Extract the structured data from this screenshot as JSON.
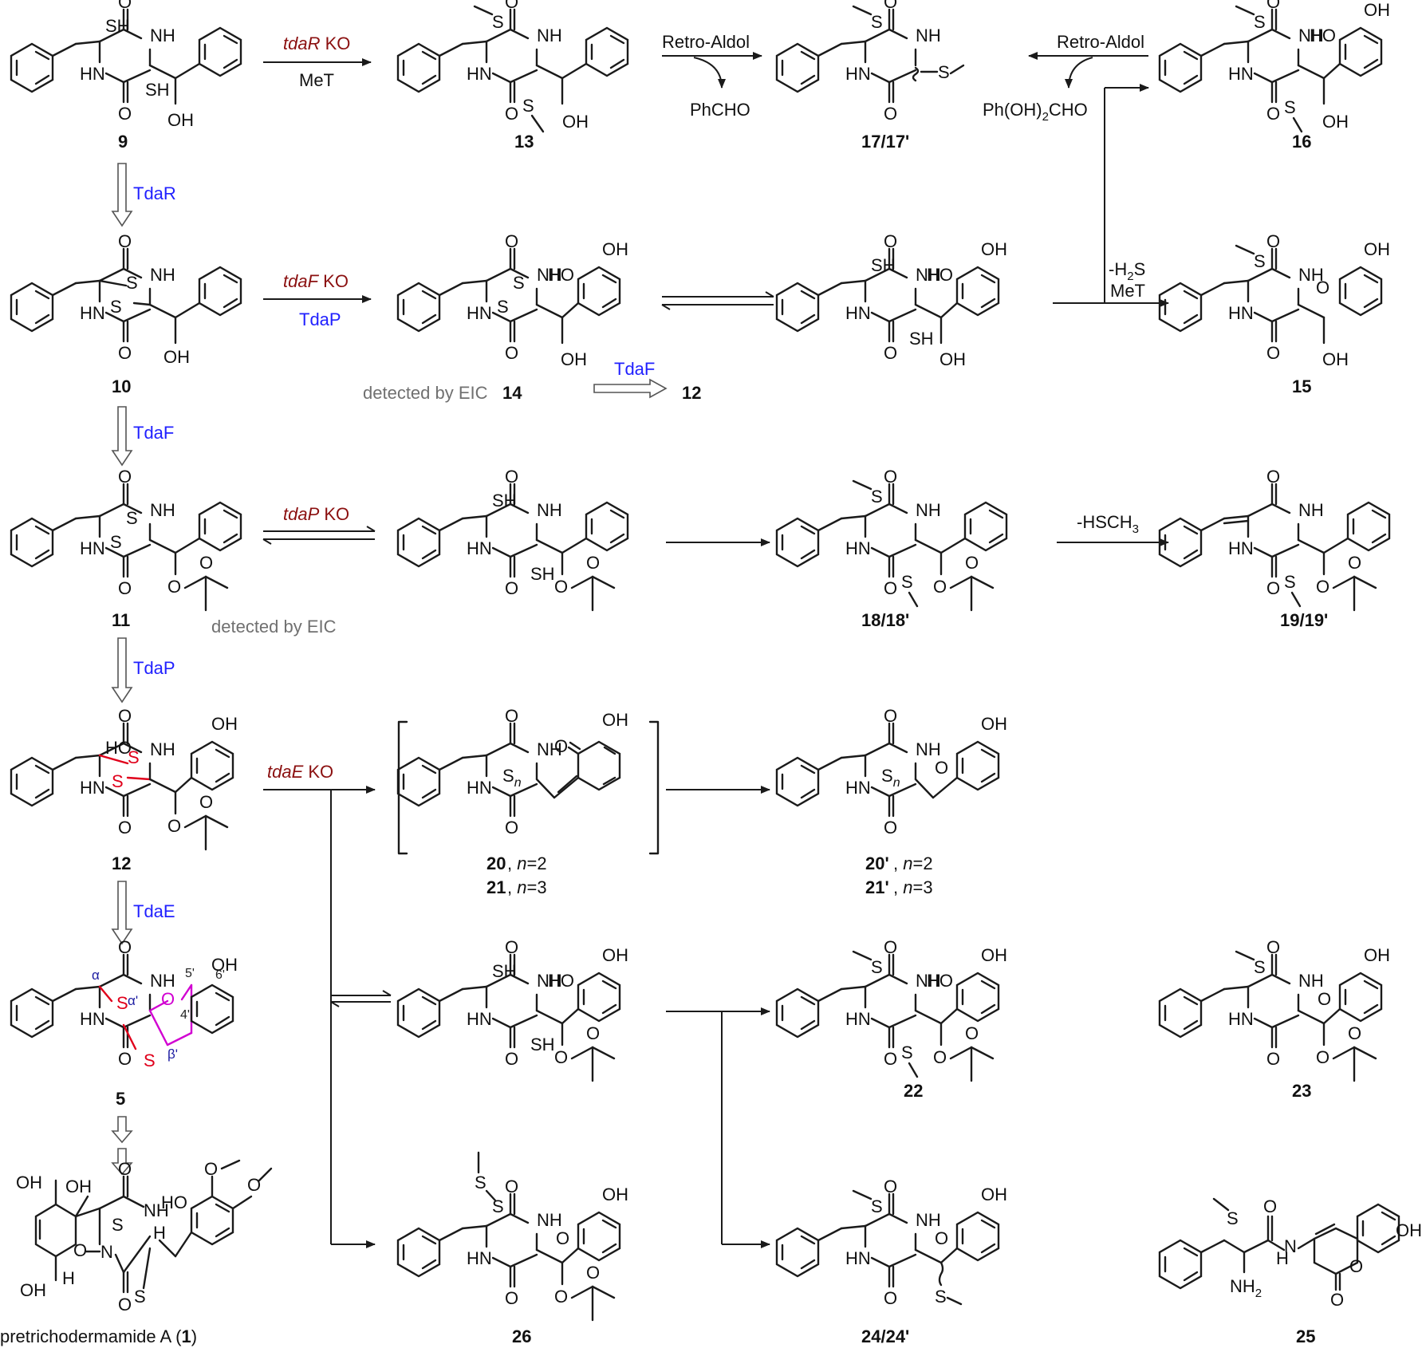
{
  "compounds": {
    "c9": {
      "label": "9"
    },
    "c13": {
      "label": "13"
    },
    "c17": {
      "label": "17/17'"
    },
    "c16": {
      "label": "16"
    },
    "c10": {
      "label": "10"
    },
    "c14": {
      "label": "14"
    },
    "c14b": {
      "label": ""
    },
    "c15": {
      "label": "15"
    },
    "c11": {
      "label": "11"
    },
    "c11b": {
      "label": ""
    },
    "c18": {
      "label": "18/18'"
    },
    "c19": {
      "label": "19/19'"
    },
    "c12": {
      "label": "12"
    },
    "c20": {
      "label1": "20",
      "n1": ", n=2",
      "label2": "21",
      "n2": ", n=3"
    },
    "c20p": {
      "label1": "20'",
      "n1": ", n=2",
      "label2": "21'",
      "n2": ", n=3"
    },
    "c22a": {
      "label": ""
    },
    "c22": {
      "label": "22"
    },
    "c23": {
      "label": "23"
    },
    "c5": {
      "label": "5"
    },
    "c1": {
      "label": "pretrichodermamide A (1)"
    },
    "c26": {
      "label": "26"
    },
    "c24": {
      "label": "24/24'"
    },
    "c25": {
      "label": "25"
    }
  },
  "conditions": {
    "tdaR_ko": "tdaR KO",
    "met": "MeT",
    "retro_aldol_1": "Retro-Aldol",
    "phcho": "PhCHO",
    "retro_aldol_2": "Retro-Aldol",
    "ph_oh2_cho": "Ph(OH)2CHO",
    "tdaF_ko": "tdaF KO",
    "tdaP_enz": "TdaP",
    "h2s_loss": "-H2S",
    "met2": "MeT",
    "tdaF_enz_row2": "TdaF",
    "tdaP_ko": "tdaP KO",
    "hsch3_loss": "-HSCH3",
    "tdaE_ko": "tdaE KO"
  },
  "enzymes_vertical": [
    "TdaR",
    "TdaF",
    "TdaP",
    "TdaE"
  ],
  "notes": {
    "eic_14": "detected by EIC",
    "eic_11": "detected by EIC"
  },
  "atom_labels": {
    "SH": "SH",
    "S": "S",
    "NH": "NH",
    "HN": "HN",
    "O": "O",
    "OH": "OH",
    "N": "N",
    "H": "H",
    "NH2": "NH2",
    "HO": "HO",
    "Sn": "Sn"
  },
  "locants": [
    "α",
    "α'",
    "β'",
    "5'",
    "6'",
    "4'"
  ],
  "colors": {
    "ko": "#8b1010",
    "enzyme": "#2020ff",
    "note": "#707070",
    "sulfur_highlight": "#e0001b",
    "new_ring": "#d100d1"
  }
}
